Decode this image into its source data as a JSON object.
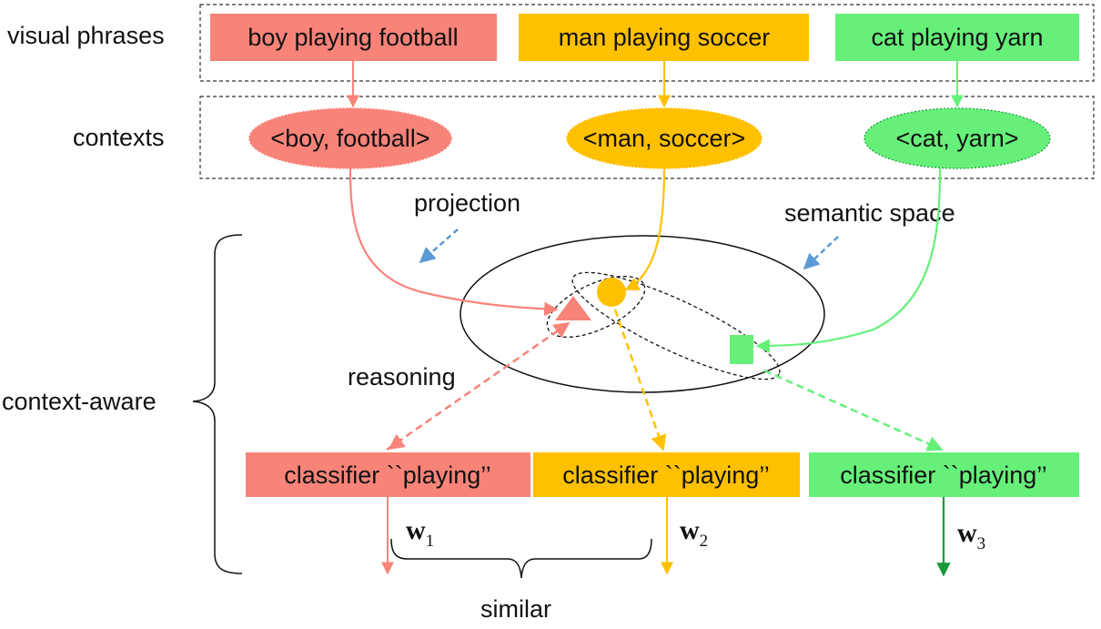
{
  "labels": {
    "visual_phrases": "visual phrases",
    "contexts": "contexts",
    "projection": "projection",
    "semantic_space": "semantic space",
    "reasoning": "reasoning",
    "context_aware": "context-aware",
    "similar": "similar"
  },
  "phrases": [
    {
      "label": "boy playing football",
      "color": "#f88379"
    },
    {
      "label": "man playing soccer",
      "color": "#ffc000"
    },
    {
      "label": "cat playing yarn",
      "color": "#66f07a"
    }
  ],
  "contexts": [
    {
      "label": "<boy, football>",
      "color": "#f88379"
    },
    {
      "label": "<man, soccer>",
      "color": "#ffc000"
    },
    {
      "label": "<cat, yarn>",
      "color": "#66f07a"
    }
  ],
  "classifiers": [
    {
      "label": "classifier ``playing’’",
      "weight": "w",
      "sub": "1",
      "color": "#f88379"
    },
    {
      "label": "classifier ``playing’’",
      "weight": "w",
      "sub": "2",
      "color": "#ffc000"
    },
    {
      "label": "classifier ``playing’’",
      "weight": "w",
      "sub": "3",
      "color": "#66f07a"
    }
  ],
  "colors": {
    "red": "#f88379",
    "orange": "#ffc000",
    "green": "#66f07a",
    "dark_green": "#1a9a3a",
    "blue_dashed": "#5b9bd5"
  }
}
